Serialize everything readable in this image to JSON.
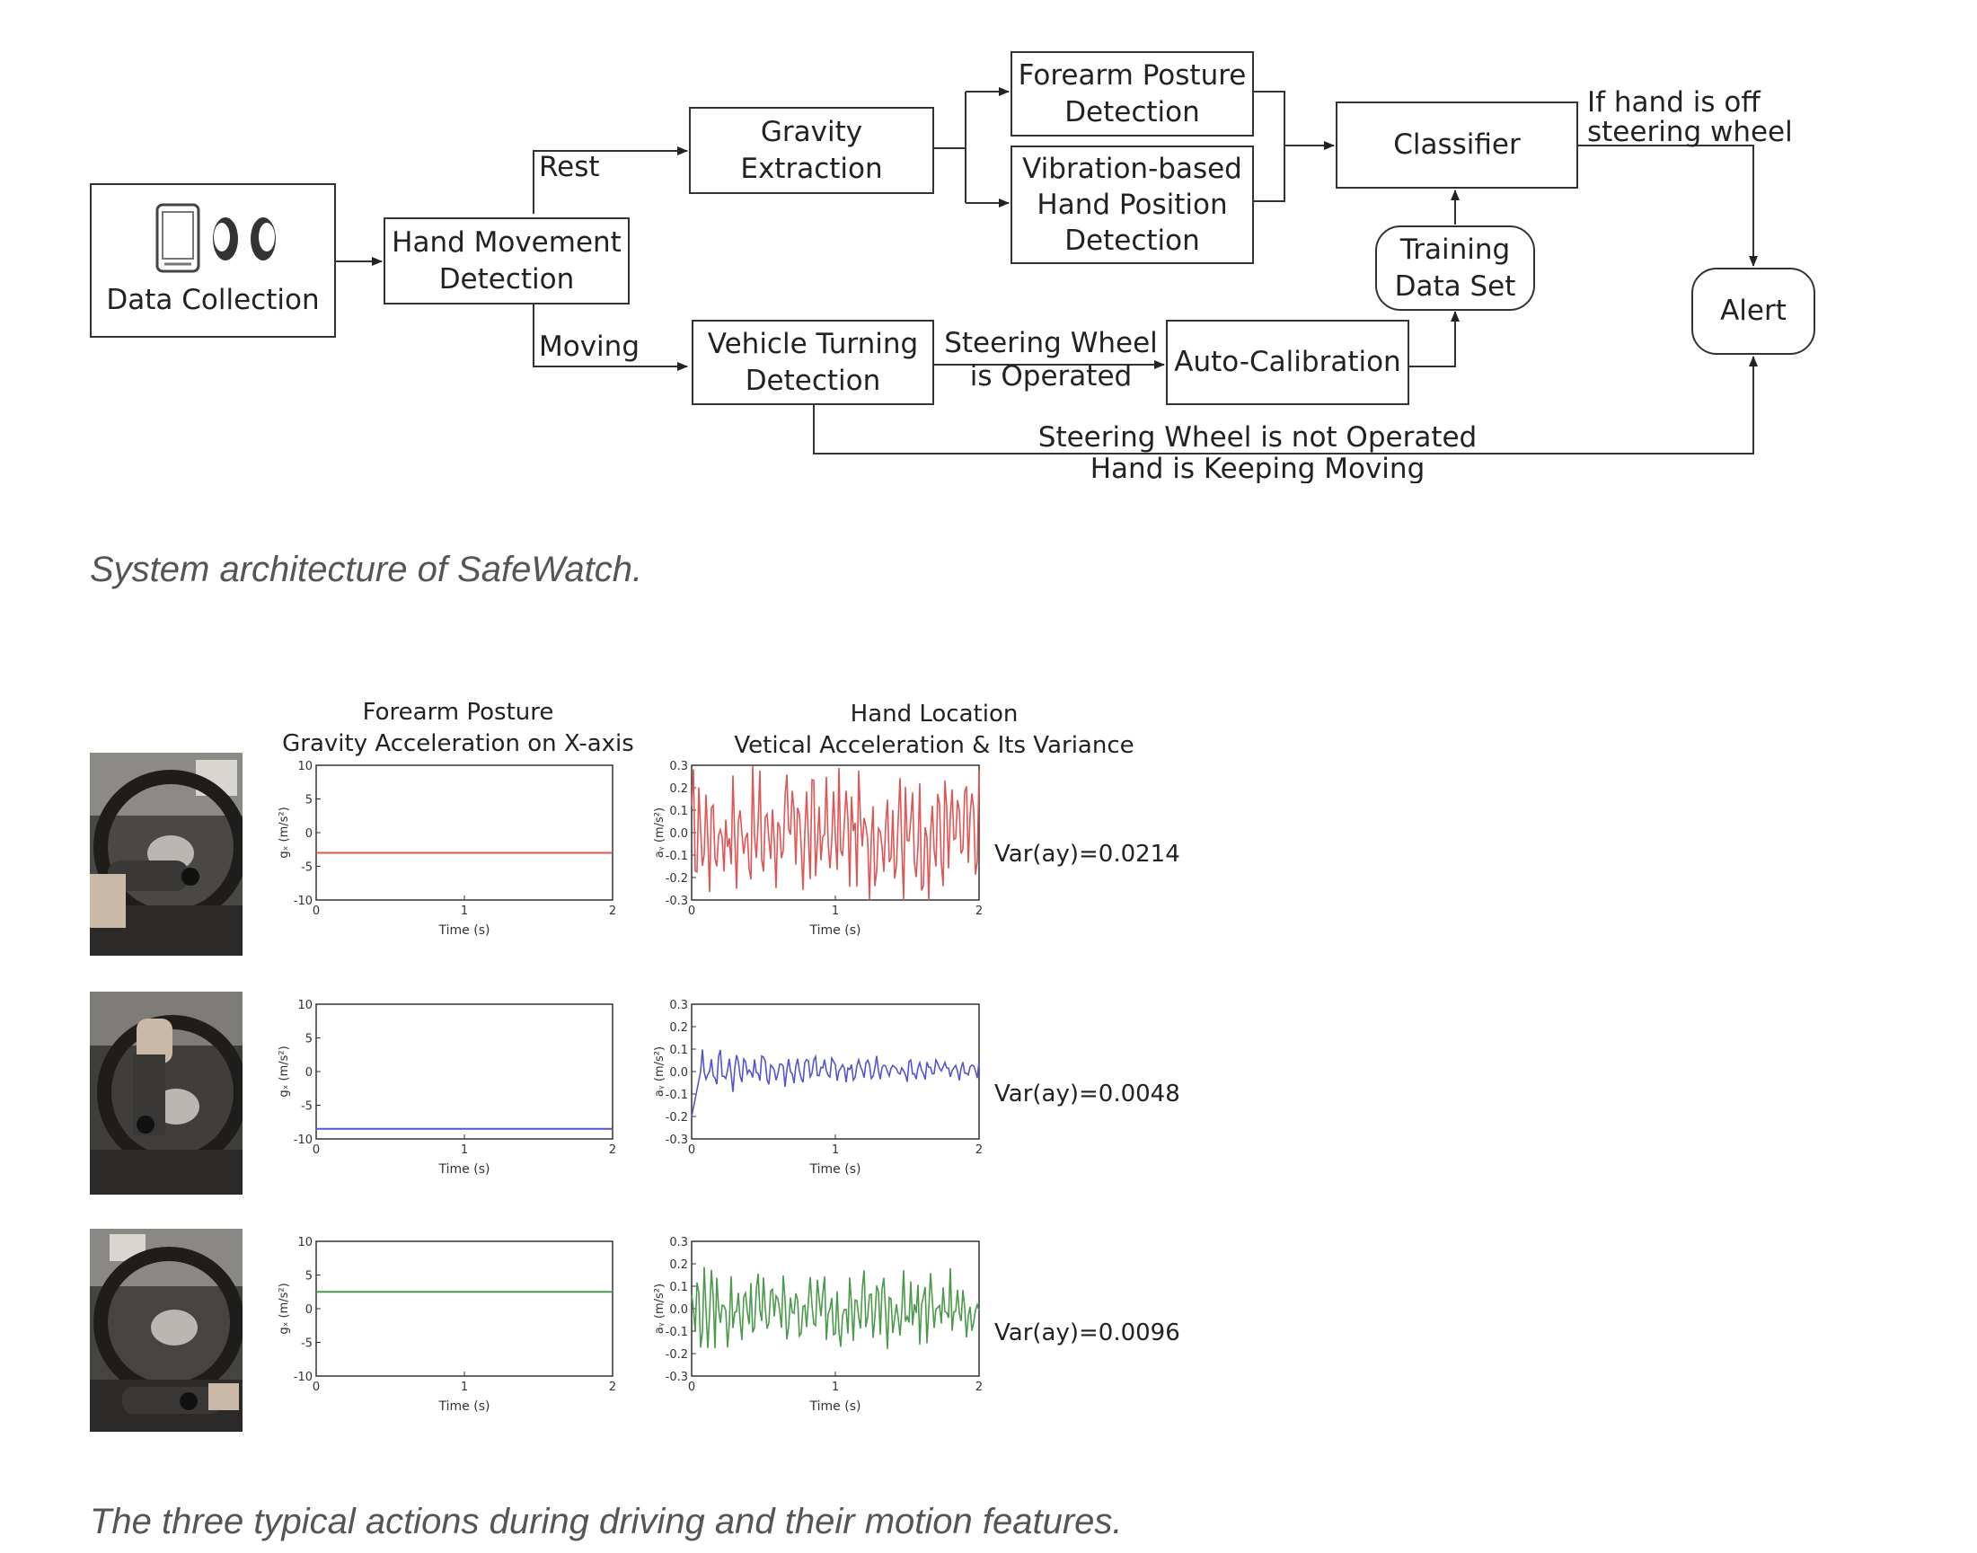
{
  "diagram": {
    "nodes": {
      "data_collection": "Data Collection",
      "hand_movement": [
        "Hand Movement",
        "Detection"
      ],
      "gravity": [
        "Gravity",
        "Extraction"
      ],
      "forearm": [
        "Forearm Posture",
        "Detection"
      ],
      "vibration": [
        "Vibration-based",
        "Hand Position",
        "Detection"
      ],
      "classifier": "Classifier",
      "training": [
        "Training",
        "Data Set"
      ],
      "alert": "Alert",
      "vehicle_turning": [
        "Vehicle Turning",
        "Detection"
      ],
      "auto_calibration": "Auto-Calibration"
    },
    "edge_labels": {
      "rest": "Rest",
      "moving": "Moving",
      "steering_operated": [
        "Steering Wheel",
        "is Operated"
      ],
      "if_hand_off": [
        "If hand is off",
        "steering wheel"
      ],
      "not_operated": [
        "Steering Wheel is not Operated",
        "Hand is Keeping Moving"
      ]
    }
  },
  "caption1": "System architecture of SafeWatch.",
  "caption2": "The three typical actions during driving and their motion features.",
  "figure2": {
    "left_title": [
      "Forearm Posture",
      "Gravity Acceleration on X-axis"
    ],
    "right_title": [
      "Hand Location",
      "Vetical Acceleration & Its Variance"
    ],
    "left_ylabel": "gₓ (m/s²)",
    "right_ylabel": "aᵧ (m/s²)",
    "xlabel": "Time (s)",
    "rows": [
      {
        "color": "#e05555",
        "gravity_value": -3,
        "variance": "Var(ay)=0.0214"
      },
      {
        "color": "#5555cc",
        "gravity_value": -8.5,
        "variance": "Var(ay)=0.0048"
      },
      {
        "color": "#4c9a4c",
        "gravity_value": 2.5,
        "variance": "Var(ay)=0.0096"
      }
    ]
  },
  "chart_data": [
    {
      "type": "line",
      "title": "Forearm Posture / Gravity Acceleration on X-axis",
      "xlabel": "Time (s)",
      "ylabel": "gx (m/s^2)",
      "xlim": [
        0,
        2
      ],
      "ylim": [
        -10,
        10
      ],
      "xticks": [
        0,
        1,
        2
      ],
      "yticks": [
        -10,
        -5,
        0,
        5,
        10
      ],
      "series": [
        {
          "x": [
            0,
            2
          ],
          "y": [
            -3,
            -3
          ]
        },
        {
          "x": [
            0,
            2
          ],
          "y": [
            -8.5,
            -8.5
          ]
        },
        {
          "x": [
            0,
            2
          ],
          "y": [
            2.5,
            2.5
          ]
        }
      ]
    },
    {
      "type": "line",
      "title": "Hand Location / Vetical Acceleration & Its Variance",
      "xlabel": "Time (s)",
      "ylabel": "ay (m/s^2)",
      "xlim": [
        0,
        2
      ],
      "ylim": [
        -0.3,
        0.3
      ],
      "xticks": [
        0,
        1,
        2
      ],
      "yticks": [
        -0.3,
        -0.2,
        -0.1,
        0.0,
        0.1,
        0.2,
        0.3
      ],
      "series": [
        {
          "variance_label": "Var(ay)=0.0214",
          "approx_amplitude": 0.28
        },
        {
          "variance_label": "Var(ay)=0.0048",
          "approx_amplitude": 0.12
        },
        {
          "variance_label": "Var(ay)=0.0096",
          "approx_amplitude": 0.18
        }
      ]
    }
  ]
}
